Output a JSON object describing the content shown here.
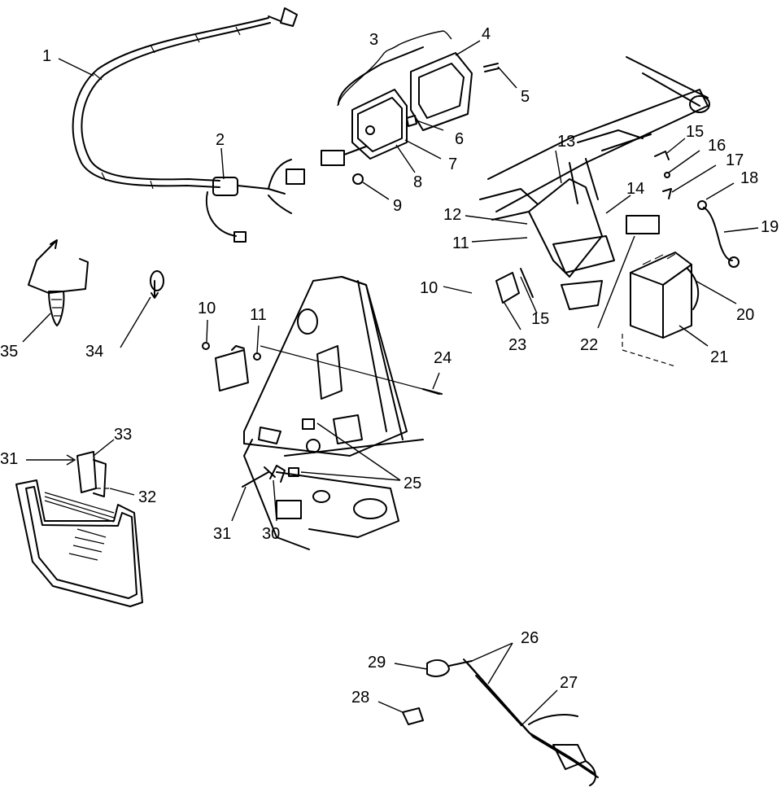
{
  "labels": {
    "l1": "1",
    "l2": "2",
    "l3": "3",
    "l4": "4",
    "l5": "5",
    "l6": "6",
    "l7": "7",
    "l8": "8",
    "l9": "9",
    "l10a": "10",
    "l10b": "10",
    "l11a": "11",
    "l11b": "11",
    "l12": "12",
    "l13": "13",
    "l14": "14",
    "l15a": "15",
    "l15b": "15",
    "l16": "16",
    "l17": "17",
    "l18": "18",
    "l19": "19",
    "l20": "20",
    "l21": "21",
    "l22": "22",
    "l23": "23",
    "l24": "24",
    "l25": "25",
    "l26": "26",
    "l27": "27",
    "l28": "28",
    "l29": "29",
    "l30": "30",
    "l31a": "31",
    "l31b": "31",
    "l32": "32",
    "l33": "33",
    "l34": "34",
    "l35": "35"
  }
}
